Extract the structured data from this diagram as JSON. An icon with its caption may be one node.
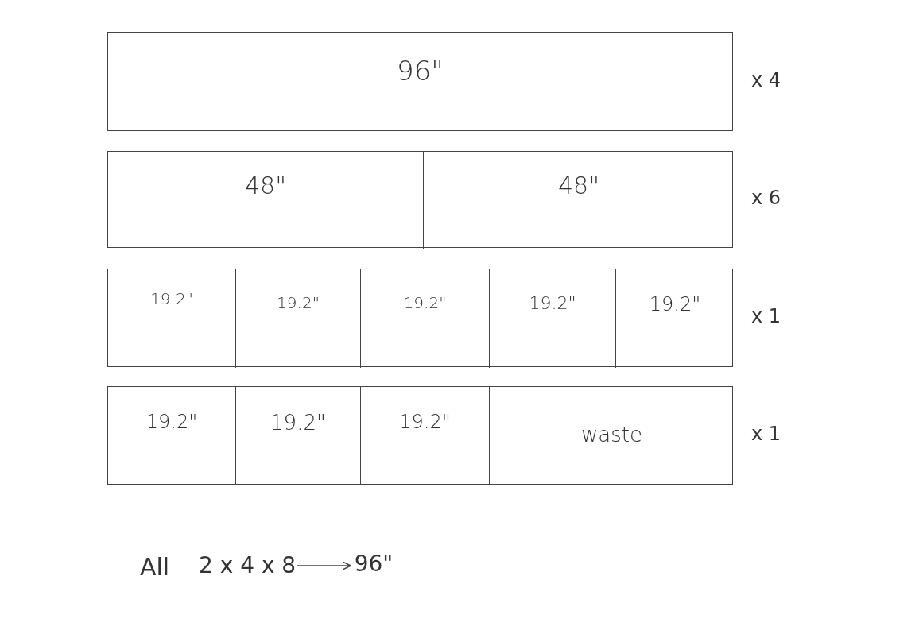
{
  "diagram": {
    "nodes": [
      {
        "text": [
          "96\""
        ],
        "beside": [
          "x 4"
        ]
      },
      {
        "text": [],
        "shape": "bar",
        "beside": [
          "x 6"
        ]
      },
      {
        "text": [
          "48\""
        ],
        "in": 1
      },
      {
        "text": [
          "48\""
        ],
        "in": 1
      },
      {
        "text": [],
        "shape": "bar",
        "beside": [
          "x 1"
        ]
      },
      {
        "text": [
          "19.2\""
        ],
        "in": 4
      },
      {
        "text": [
          "19.2\""
        ],
        "in": 4
      },
      {
        "text": [
          "19.2\""
        ],
        "in": 4
      },
      {
        "text": [
          "19.2\""
        ],
        "in": 4
      },
      {
        "text": [
          "19.2\""
        ],
        "in": 4
      },
      {
        "text": [],
        "shape": "bar",
        "beside": [
          "x 1"
        ]
      },
      {
        "text": [
          "19.2\""
        ],
        "in": 10
      },
      {
        "text": [
          "19.2\""
        ],
        "in": 10
      },
      {
        "text": [
          "19.2\""
        ],
        "in": 10
      },
      {
        "text": [
          "waste"
        ],
        "in": 10
      },
      {
        "text": [
          "2 x 4 x 8"
        ]
      },
      {
        "text": [
          "96\""
        ]
      }
    ],
    "edges": [
      {
        "from": 15,
        "to": 16,
        "arrow": "to"
      }
    ],
    "labels": [
      "All"
    ]
  }
}
